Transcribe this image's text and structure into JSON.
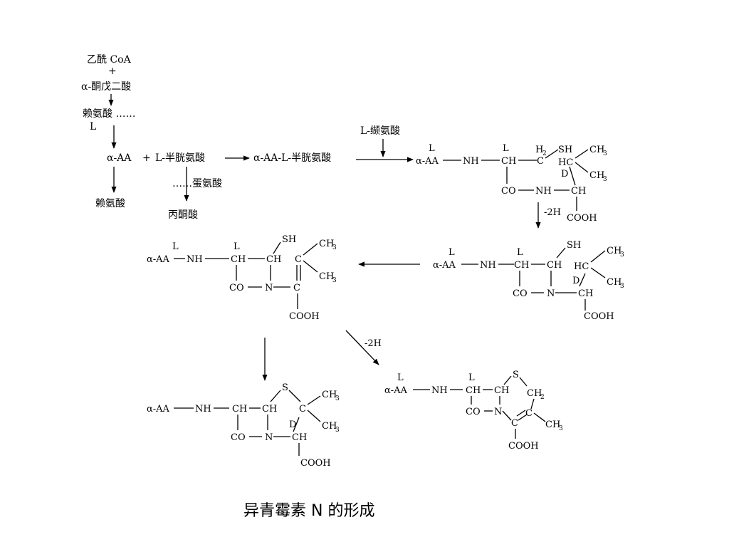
{
  "caption": "异青霉素 N 的形成",
  "pathway": {
    "acetyl_coa": "乙酰 CoA",
    "plus": "+",
    "ketoglutarate": "α-酮戊二酸",
    "lysine": "赖氨酸 ……",
    "L": "L",
    "alpha_aa": "α-AA",
    "cysteine": "L-半胱氨酸",
    "dipeptide": "α-AA-L-半胱氨酸",
    "valine": "L-缬氨酸",
    "lysine2": "赖氨酸",
    "methionine": "……蛋氨酸",
    "pyruvate": "丙酮酸",
    "minus2h": "-2H"
  },
  "formula": {
    "aa": "α-AA",
    "nh": "NH",
    "ch": "CH",
    "c": "C",
    "co": "CO",
    "n": "N",
    "nh_ring": "NH",
    "h2": "H",
    "h2_sub": "2",
    "sh": "SH",
    "s": "S",
    "hc": "HC",
    "ch3": "CH",
    "ch3_sub": "3",
    "ch2": "CH",
    "ch2_sub": "2",
    "cooh": "COOH",
    "L": "L",
    "D": "D",
    "h": "H"
  }
}
